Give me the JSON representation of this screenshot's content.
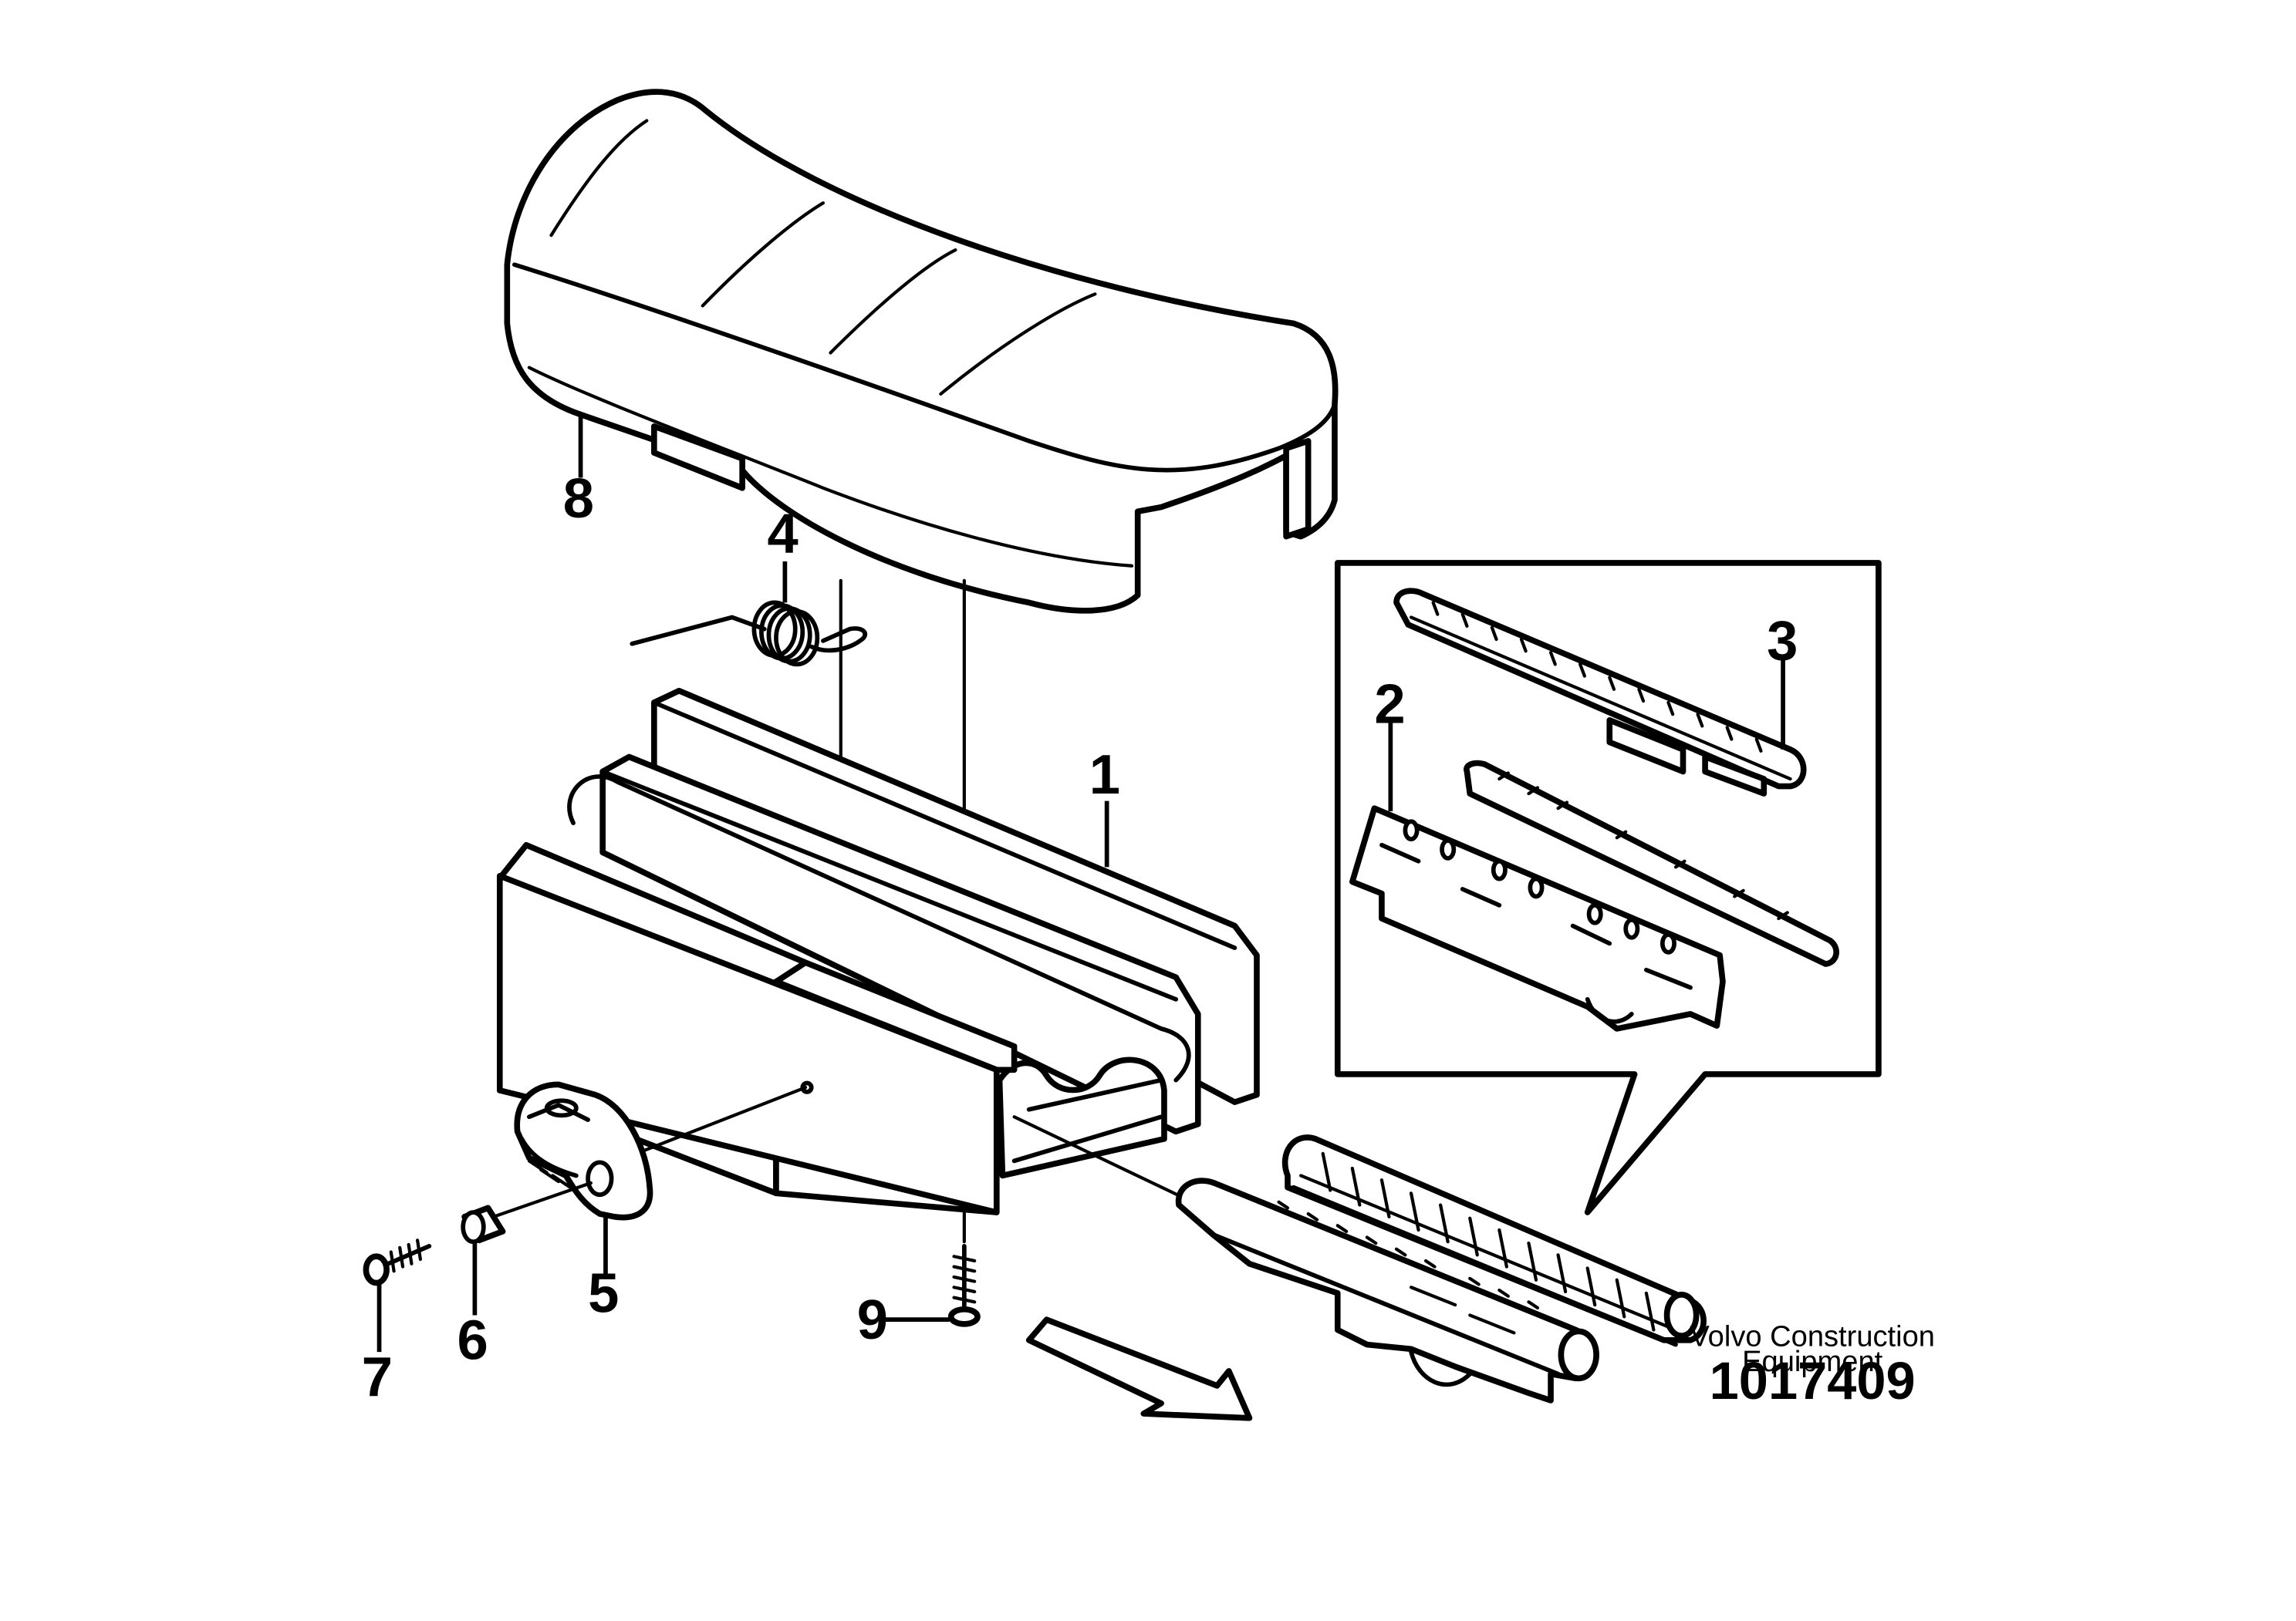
{
  "diagram": {
    "callouts": {
      "c1": "1",
      "c2": "2",
      "c3": "3",
      "c4": "4",
      "c5": "5",
      "c6": "6",
      "c7": "7",
      "c8": "8",
      "c9": "9"
    },
    "brand_line1": "Volvo Construction",
    "brand_line2": "Equipment",
    "reference_number": "1017409"
  }
}
